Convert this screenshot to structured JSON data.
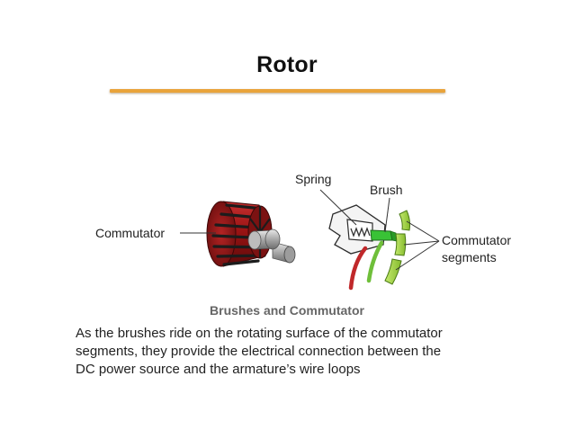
{
  "slide": {
    "title": "Rotor"
  },
  "diagram": {
    "labels": {
      "commutator": "Commutator",
      "spring": "Spring",
      "brush": "Brush",
      "segments_line1": "Commutator",
      "segments_line2": "segments"
    },
    "caption": "Brushes and Commutator"
  },
  "body": {
    "lines": [
      "As the brushes ride on the rotating surface of the commutator",
      "segments, they provide the electrical connection between the",
      "DC power source and the armature’s wire loops"
    ]
  },
  "colors": {
    "underline": "#e9a33a",
    "commutator_red": "#a11a1a",
    "segment_green": "#a7d64a",
    "brush_green": "#39c236",
    "wire_red": "#c0282a"
  }
}
